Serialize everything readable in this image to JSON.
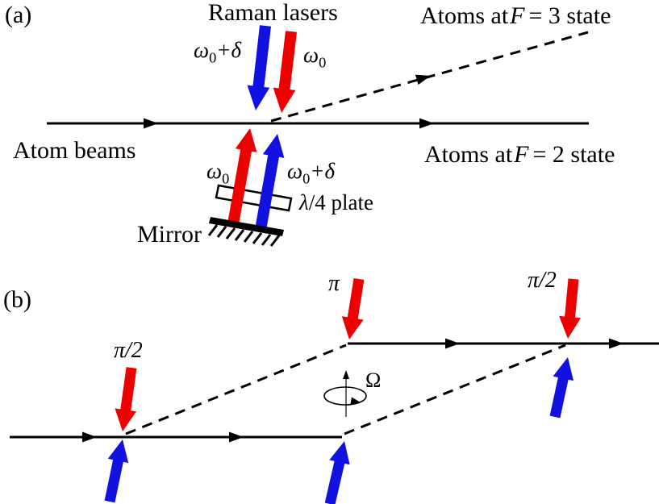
{
  "panel_a": {
    "tag": "(a)",
    "raman_lasers_label": "Raman lasers",
    "upper_state_label": {
      "pre": "Atoms at",
      "symbol": "F",
      "post": "= 3 state"
    },
    "lower_state_label": {
      "pre": "Atoms at",
      "symbol": "F",
      "post": "= 2 state"
    },
    "atom_beams_label": "Atom beams",
    "beam_down_left_label": {
      "base": "ω",
      "sub": "0",
      "suffix": "+δ"
    },
    "beam_down_right_label": {
      "base": "ω",
      "sub": "0",
      "suffix": ""
    },
    "beam_up_left_label": {
      "base": "ω",
      "sub": "0",
      "suffix": ""
    },
    "beam_up_right_label": {
      "base": "ω",
      "sub": "0",
      "suffix": "+δ"
    },
    "quarter_wave_plate_label": {
      "symbol": "λ",
      "rest": "/4 plate"
    },
    "mirror_label": "Mirror"
  },
  "panel_b": {
    "tag": "(b)",
    "pulse_1_label": "π/2",
    "pulse_2_label": "π",
    "pulse_3_label": "π/2",
    "rotation_label": "Ω"
  },
  "colors": {
    "laser_red": "#ee0000",
    "laser_blue": "#1111e0",
    "ink": "#000000"
  }
}
